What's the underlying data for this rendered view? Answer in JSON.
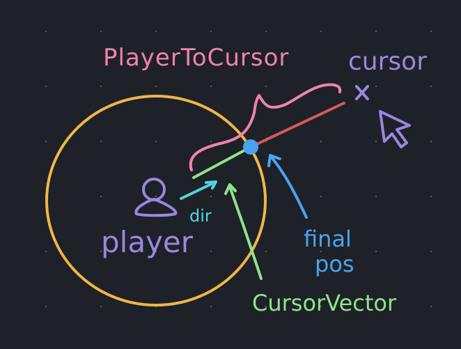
{
  "labels": {
    "player_to_cursor": "PlayerToCursor",
    "cursor": "cursor",
    "player": "player",
    "dir": "dir",
    "final_pos_line1": "final",
    "final_pos_line2": "pos",
    "cursor_vector": "CursorVector"
  },
  "colors": {
    "background": "#1e2127",
    "grid_dot": "#5a5e66",
    "player_to_cursor": "#ee85ab",
    "cursor": "#9b87e0",
    "player": "#9b87e0",
    "circle": "#efb649",
    "beyond_segment": "#d65a5e",
    "cursor_vector": "#8ee58a",
    "dir": "#4fd6df",
    "final_pos": "#4aa3ef"
  }
}
